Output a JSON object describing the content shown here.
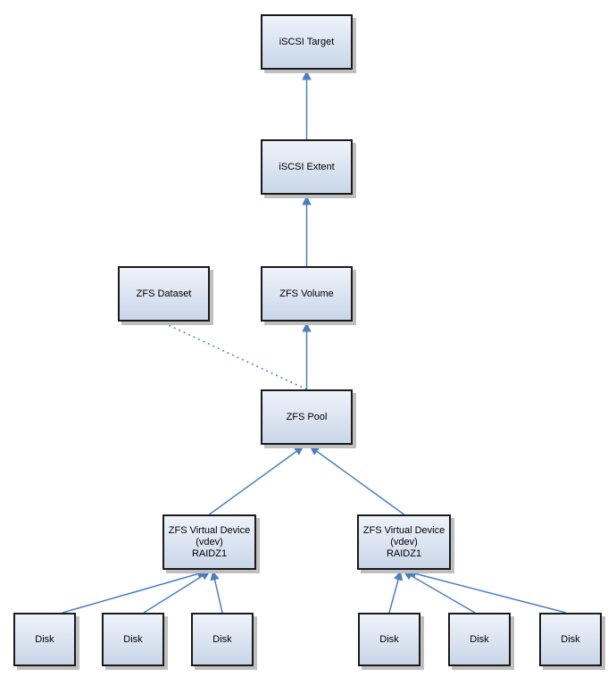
{
  "colors": {
    "connector": "#4a7ec2",
    "box_border": "#1a1a1a",
    "box_fill_top": "#eef3fa",
    "box_fill_bottom": "#c9d6e8",
    "shadow": "#bfbfbf"
  },
  "nodes": {
    "iscsi_target": "iSCSI Target",
    "iscsi_extent": "iSCSI Extent",
    "zfs_dataset": "ZFS Dataset",
    "zfs_volume": "ZFS Volume",
    "zfs_pool": "ZFS Pool",
    "vdev_left": "ZFS Virtual Device\n(vdev)\nRAIDZ1",
    "vdev_right": "ZFS Virtual Device\n(vdev)\nRAIDZ1",
    "disk_1": "Disk",
    "disk_2": "Disk",
    "disk_3": "Disk",
    "disk_4": "Disk",
    "disk_5": "Disk",
    "disk_6": "Disk"
  },
  "edges": [
    {
      "from": "iscsi_extent",
      "to": "iscsi_target",
      "style": "solid"
    },
    {
      "from": "zfs_volume",
      "to": "iscsi_extent",
      "style": "solid"
    },
    {
      "from": "zfs_pool",
      "to": "zfs_volume",
      "style": "solid"
    },
    {
      "from": "zfs_pool",
      "to": "zfs_dataset",
      "style": "dotted"
    },
    {
      "from": "vdev_left",
      "to": "zfs_pool",
      "style": "solid"
    },
    {
      "from": "vdev_right",
      "to": "zfs_pool",
      "style": "solid"
    },
    {
      "from": "disk_1",
      "to": "vdev_left",
      "style": "solid"
    },
    {
      "from": "disk_2",
      "to": "vdev_left",
      "style": "solid"
    },
    {
      "from": "disk_3",
      "to": "vdev_left",
      "style": "solid"
    },
    {
      "from": "disk_4",
      "to": "vdev_right",
      "style": "solid"
    },
    {
      "from": "disk_5",
      "to": "vdev_right",
      "style": "solid"
    },
    {
      "from": "disk_6",
      "to": "vdev_right",
      "style": "solid"
    }
  ]
}
